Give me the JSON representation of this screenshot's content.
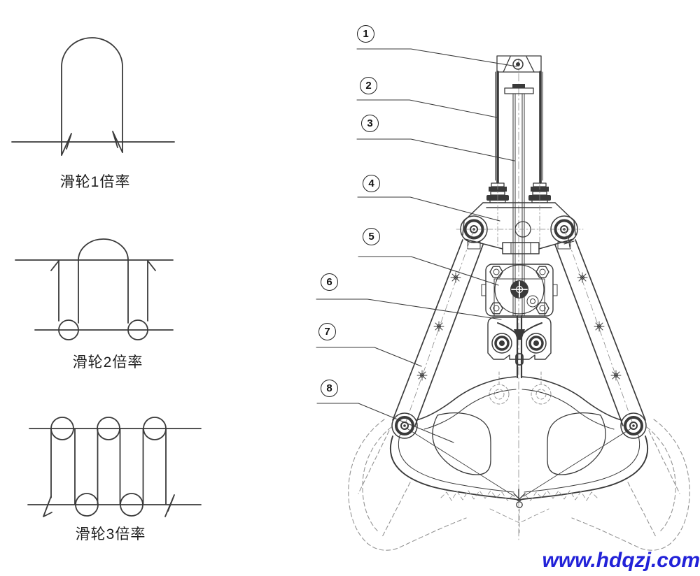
{
  "pulley_diagrams": [
    {
      "label": "滑轮1倍率"
    },
    {
      "label": "滑轮2倍率"
    },
    {
      "label": "滑轮3倍率"
    }
  ],
  "callouts": [
    {
      "num": "1"
    },
    {
      "num": "2"
    },
    {
      "num": "3"
    },
    {
      "num": "4"
    },
    {
      "num": "5"
    },
    {
      "num": "6"
    },
    {
      "num": "7"
    },
    {
      "num": "8"
    }
  ],
  "watermark": {
    "text": "www.hdqzj.com",
    "color": "#2222d8"
  },
  "colors": {
    "line": "#3a3a3a",
    "ghost": "#949494",
    "text": "#1d1d1d"
  }
}
